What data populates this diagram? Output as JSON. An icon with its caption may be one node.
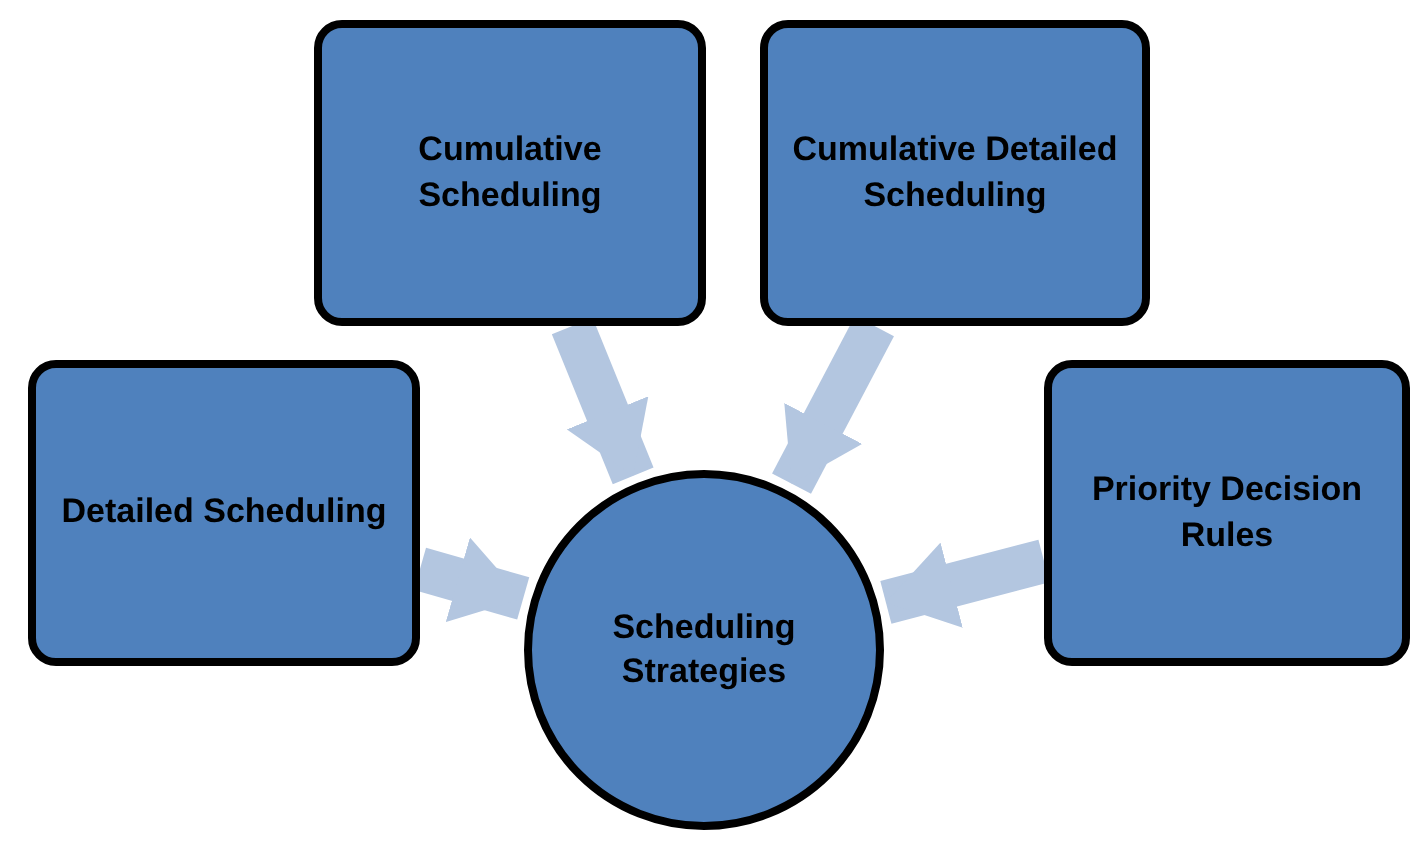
{
  "diagram": {
    "nodes": [
      {
        "text": [
          "Cumulative Scheduling"
        ]
      },
      {
        "text": [
          "Cumulative Detailed Scheduling"
        ]
      },
      {
        "text": [
          "Detailed Scheduling"
        ]
      },
      {
        "text": [
          "Priority Decision Rules"
        ]
      },
      {
        "text": [
          "Scheduling Strategies"
        ]
      }
    ],
    "edges": [
      {
        "from": 0,
        "to": 4,
        "arrow": "to"
      },
      {
        "from": 1,
        "to": 4,
        "arrow": "to"
      },
      {
        "from": 2,
        "to": 4,
        "arrow": "to"
      },
      {
        "from": 3,
        "to": 4,
        "arrow": "to"
      }
    ]
  }
}
